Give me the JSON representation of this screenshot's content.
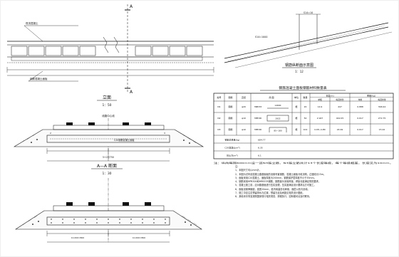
{
  "elevation": {
    "title": "立面",
    "scale": "1：50",
    "section_marks": [
      "A",
      "A"
    ],
    "callouts": [
      "现浇混凝土",
      "钢筋混凝土面板"
    ]
  },
  "longitudinal_view": {
    "title": "钢筋纵断面示意图",
    "scale": "1：12",
    "labels": [
      "S14=1000",
      "S14=10"
    ]
  },
  "cross_section_top": {
    "title_tag": "线路中心线",
    "dims": [
      "5+2@750",
      "2",
      "3"
    ],
    "inner_label": "C20钢筋混凝土面板"
  },
  "cross_section_bottom": {
    "title": "A—A 断面",
    "scale": "1：30",
    "dims": [
      "4×200=800",
      "4×200=800"
    ]
  },
  "table": {
    "title": "钢筋混凝土面板钢筋材料数量表",
    "headers": [
      "编号",
      "钢筋",
      "直径",
      "简 图",
      "单位",
      "数量",
      "长度(m)",
      "重量(kg)"
    ],
    "subheaders": [
      "单根",
      "每延米长",
      "单重",
      "每延米重"
    ],
    "rows": [
      {
        "no": "N1",
        "type": "钢筋",
        "dia": "φ20",
        "code": "HRB335",
        "sketch": "14600",
        "unit": "根",
        "qty": "20",
        "len": "14.9",
        "total_len": "447",
        "unit_w": "0.888",
        "total_w": "396.94"
      },
      {
        "no": "N2",
        "type": "钢筋",
        "dia": "φ10",
        "code": "HPB300",
        "sketch": "2922",
        "unit": "根",
        "qty": "50",
        "len": "2.947",
        "total_len": "442.05",
        "unit_w": "0.617",
        "total_w": "272.75"
      },
      {
        "no": "N3",
        "type": "钢筋",
        "dia": "φ10",
        "code": "HPB300",
        "sketch": "85~180",
        "unit": "根",
        "qty": "102",
        "len": "0.205~0.280",
        "total_len": "24.99",
        "unit_w": "0.617",
        "total_w": "15.42"
      }
    ],
    "summary": [
      {
        "label": "钢筋总重量(kg)",
        "value": "684.77"
      },
      {
        "label": "C20混凝土(m³)",
        "value": "6.35"
      },
      {
        "label": "挖土方(m³)",
        "value": "6.1"
      }
    ],
    "footnote": "注：纵向每隔600mm设一道N3箍立筋，N3箍立筋共计13个长度等级，每个等级相差，长度见为10mm。"
  },
  "notes": [
    "注：",
    "1、本图尺寸均以mm计。",
    "2、本图为试车线混凝土路基面板的设置布置钢筋，混凝土面板分段浇筑，过渡段长15m。",
    "3、面板采用C20混凝土，面板厚度为200mm，钢筋保护层厚度不小于35mm。",
    "4、钢筋采用HPB300和HRB335钢筋，钢筋接头采用焊接，焊接长度满足规范要求。",
    "5、混凝土施工前，应对路基面进行压实处理，压实度满足设计要求后方可施工。",
    "6、面板设置伸缩缝，缝宽20mm，缝内填塞沥青麻絮，面层以沥青封填。",
    "7、施工中应注意预留排水孔位置，预留孔径及间距见相关设计图纸。",
    "8、其他未尽事宜按照国家现行相关规范、规程执行，如有疑问请及时联系。"
  ]
}
